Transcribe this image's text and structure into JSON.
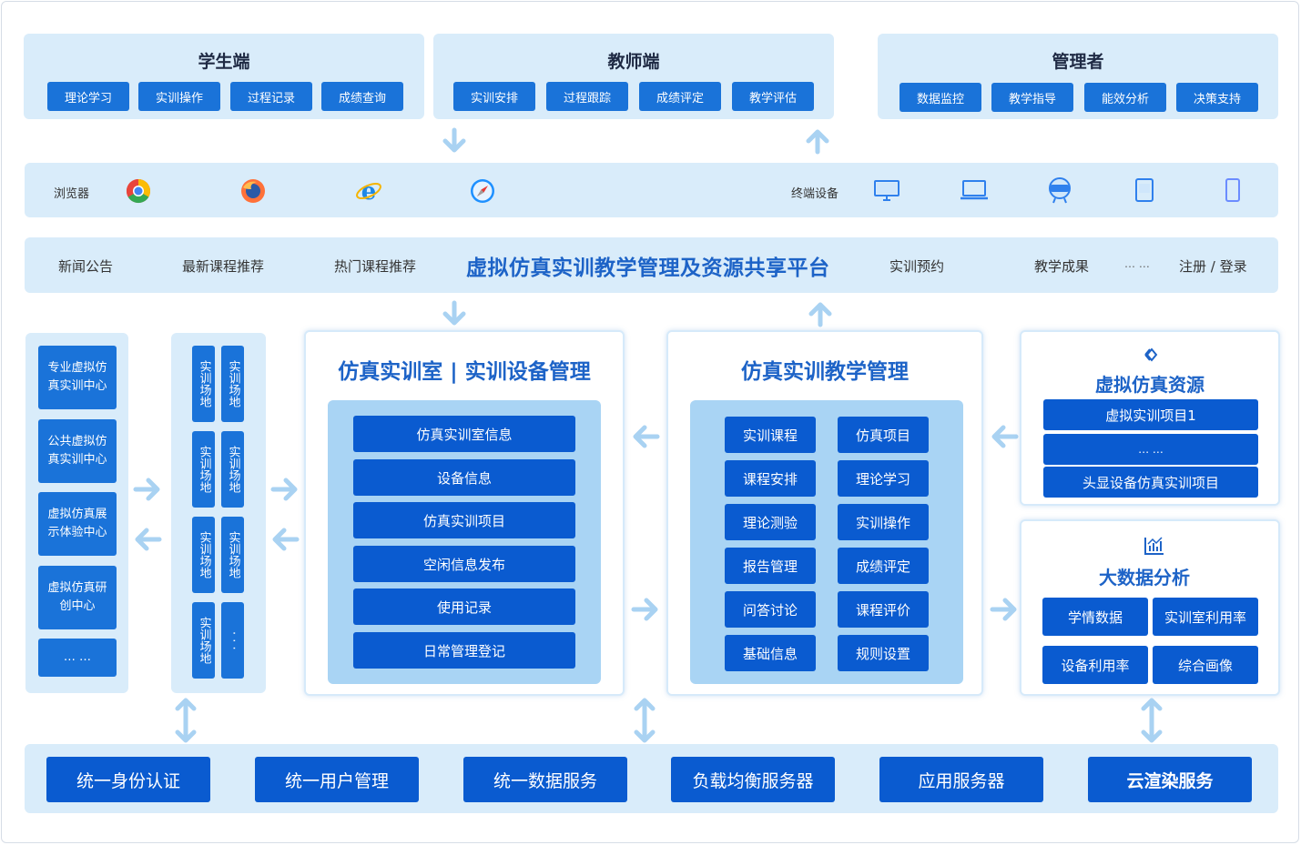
{
  "roles": [
    {
      "title": "学生端",
      "items": [
        "理论学习",
        "实训操作",
        "过程记录",
        "成绩查询"
      ]
    },
    {
      "title": "教师端",
      "items": [
        "实训安排",
        "过程跟踪",
        "成绩评定",
        "教学评估"
      ]
    },
    {
      "title": "管理者",
      "items": [
        "数据监控",
        "教学指导",
        "能效分析",
        "决策支持"
      ]
    }
  ],
  "access": {
    "browser_label": "浏览器",
    "terminal_label": "终端设备"
  },
  "nav": {
    "items_left": [
      "新闻公告",
      "最新课程推荐",
      "热门课程推荐"
    ],
    "title": "虚拟仿真实训教学管理及资源共享平台",
    "items_right": [
      "实训预约",
      "教学成果",
      "… …",
      "注册 / 登录"
    ]
  },
  "centers": [
    "专业虚拟仿真实训中心",
    "公共虚拟仿真实训中心",
    "虚拟仿真展示体验中心",
    "虚拟仿真研创中心",
    "… …"
  ],
  "sites": {
    "label": "实训场地",
    "ellipsis": "· · ·"
  },
  "lab": {
    "title": "仿真实训室 | 实训设备管理",
    "items": [
      "仿真实训室信息",
      "设备信息",
      "仿真实训项目",
      "空闲信息发布",
      "使用记录",
      "日常管理登记"
    ]
  },
  "teaching": {
    "title": "仿真实训教学管理",
    "left": [
      "实训课程",
      "课程安排",
      "理论测验",
      "报告管理",
      "问答讨论",
      "基础信息"
    ],
    "right": [
      "仿真项目",
      "理论学习",
      "实训操作",
      "成绩评定",
      "课程评价",
      "规则设置"
    ]
  },
  "resources": {
    "title": "虚拟仿真资源",
    "items": [
      "虚拟实训项目1",
      "… …",
      "头显设备仿真实训项目"
    ]
  },
  "bigdata": {
    "title": "大数据分析",
    "items": [
      "学情数据",
      "实训室利用率",
      "设备利用率",
      "综合画像"
    ]
  },
  "foundation": [
    "统一身份认证",
    "统一用户管理",
    "统一数据服务",
    "负载均衡服务器",
    "应用服务器",
    "云渲染服务"
  ],
  "colors": {
    "primary": "#0a5bd0",
    "chip": "#1a73d9",
    "panel": "#d9ecfa",
    "title": "#1d63c7",
    "arrow": "#a9d2f2"
  }
}
